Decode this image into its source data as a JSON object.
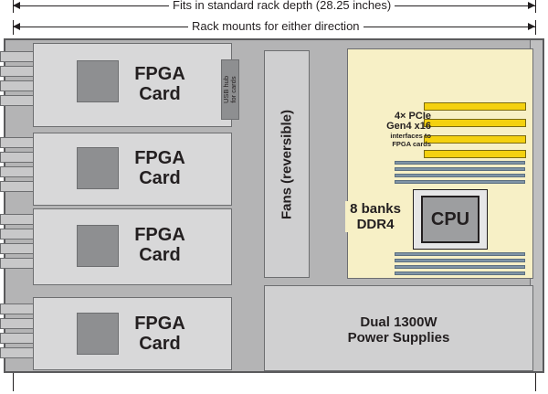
{
  "dimensions": {
    "depth_label": "Fits in standard rack depth (28.25 inches)",
    "mount_label": "Rack mounts for either direction"
  },
  "cards": [
    {
      "line1": "FPGA",
      "line2": "Card"
    },
    {
      "line1": "FPGA",
      "line2": "Card"
    },
    {
      "line1": "FPGA",
      "line2": "Card"
    },
    {
      "line1": "FPGA",
      "line2": "Card"
    }
  ],
  "usb_hub": {
    "line1": "USB hub",
    "line2": "for cards"
  },
  "fans": {
    "label": "Fans (reversible)"
  },
  "motherboard": {
    "pcie": {
      "line1": "4× PCIe",
      "line2": "Gen4 x16",
      "line3": "interfaces to",
      "line4": "FPGA cards"
    },
    "memory": {
      "line1": "8 banks",
      "line2": "DDR4"
    },
    "cpu": {
      "label": "CPU"
    }
  },
  "power": {
    "line1": "Dual 1300W",
    "line2": "Power Supplies"
  },
  "colors": {
    "motherboard": "#f7f0c6",
    "pcie_slot": "#f4d10f",
    "dimm": "#7f94a6",
    "chassis": "#b4b4b5"
  }
}
